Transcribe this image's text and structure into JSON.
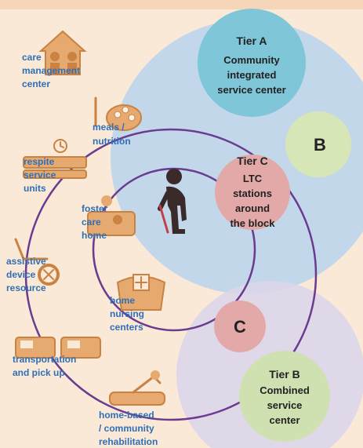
{
  "tiers": {
    "a": {
      "title": "Tier A",
      "lines": [
        "Community",
        "integrated",
        "service center"
      ]
    },
    "b": {
      "title": "Tier B",
      "lines": [
        "Combined",
        "service",
        "center"
      ]
    },
    "c": {
      "title": "Tier C",
      "lines": [
        "LTC",
        "stations",
        "around",
        "the block"
      ]
    }
  },
  "small_circles": {
    "b": "B",
    "c": "C"
  },
  "services": {
    "care_management": [
      "care",
      "management",
      "center"
    ],
    "meals": [
      "meals /",
      "nutrition"
    ],
    "respite": [
      "respite",
      "service",
      "units"
    ],
    "foster_care": [
      "foster",
      "care",
      "home"
    ],
    "assistive": [
      "assistive",
      "device",
      "resource"
    ],
    "home_nursing": [
      "home",
      "nursing",
      "centers"
    ],
    "transportation": [
      "transportation",
      "and pick up"
    ],
    "rehabilitation": [
      "home-based",
      "/ community",
      "rehabilitation"
    ]
  },
  "colors": {
    "background": "#fbe9d8",
    "big_circle": "#b8d3ef",
    "tier_b_region": "#dcd6ea",
    "tier_a": "#7fc6d8",
    "b_circle": "#d6e6b7",
    "tier_c": "#e2a9a8",
    "tier_b": "#cfe1b1",
    "ring": "#6a3b8e",
    "service_text": "#2f6fb6",
    "icon": "#e6a96f"
  }
}
